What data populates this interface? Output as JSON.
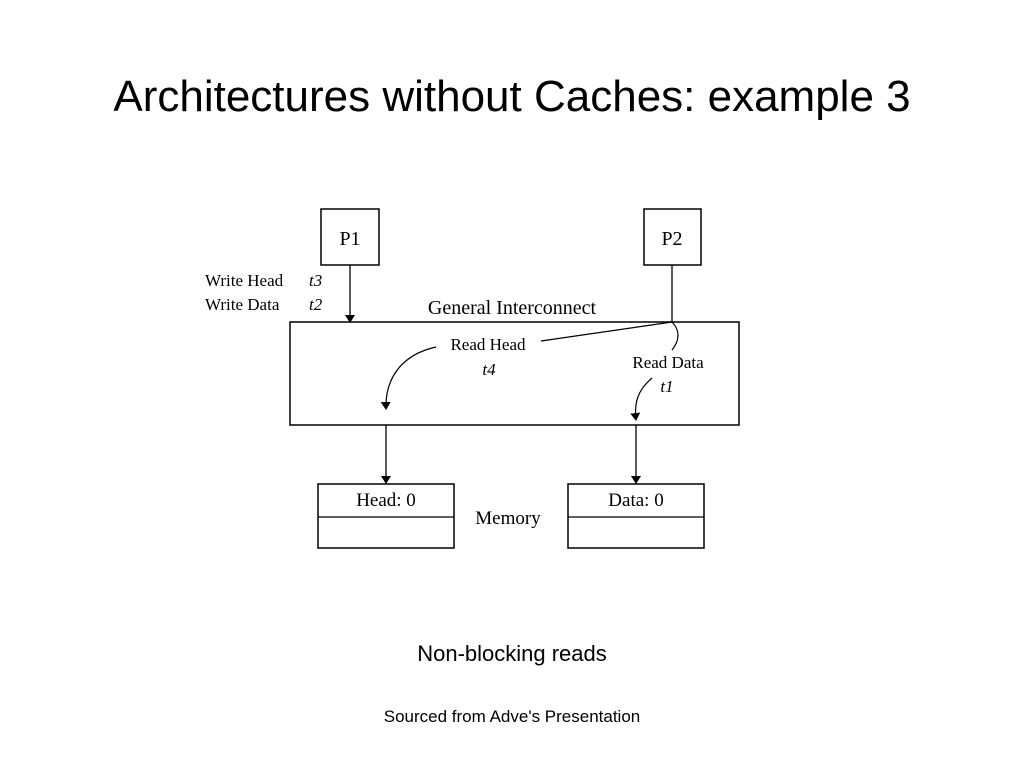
{
  "slide": {
    "title": "Architectures without Caches: example 3",
    "caption": "Non-blocking reads",
    "source": "Sourced from Adve's Presentation"
  },
  "diagram": {
    "processors": {
      "p1": "P1",
      "p2": "P2"
    },
    "interconnect_label": "General Interconnect",
    "p1_ops": {
      "write_head": "Write Head",
      "write_head_time": "t3",
      "write_data": "Write Data",
      "write_data_time": "t2"
    },
    "p2_ops": {
      "read_head": "Read Head",
      "read_head_time": "t4",
      "read_data": "Read Data",
      "read_data_time": "t1"
    },
    "memory_label": "Memory",
    "memory_modules": {
      "head": "Head: 0",
      "data": "Data: 0"
    }
  }
}
